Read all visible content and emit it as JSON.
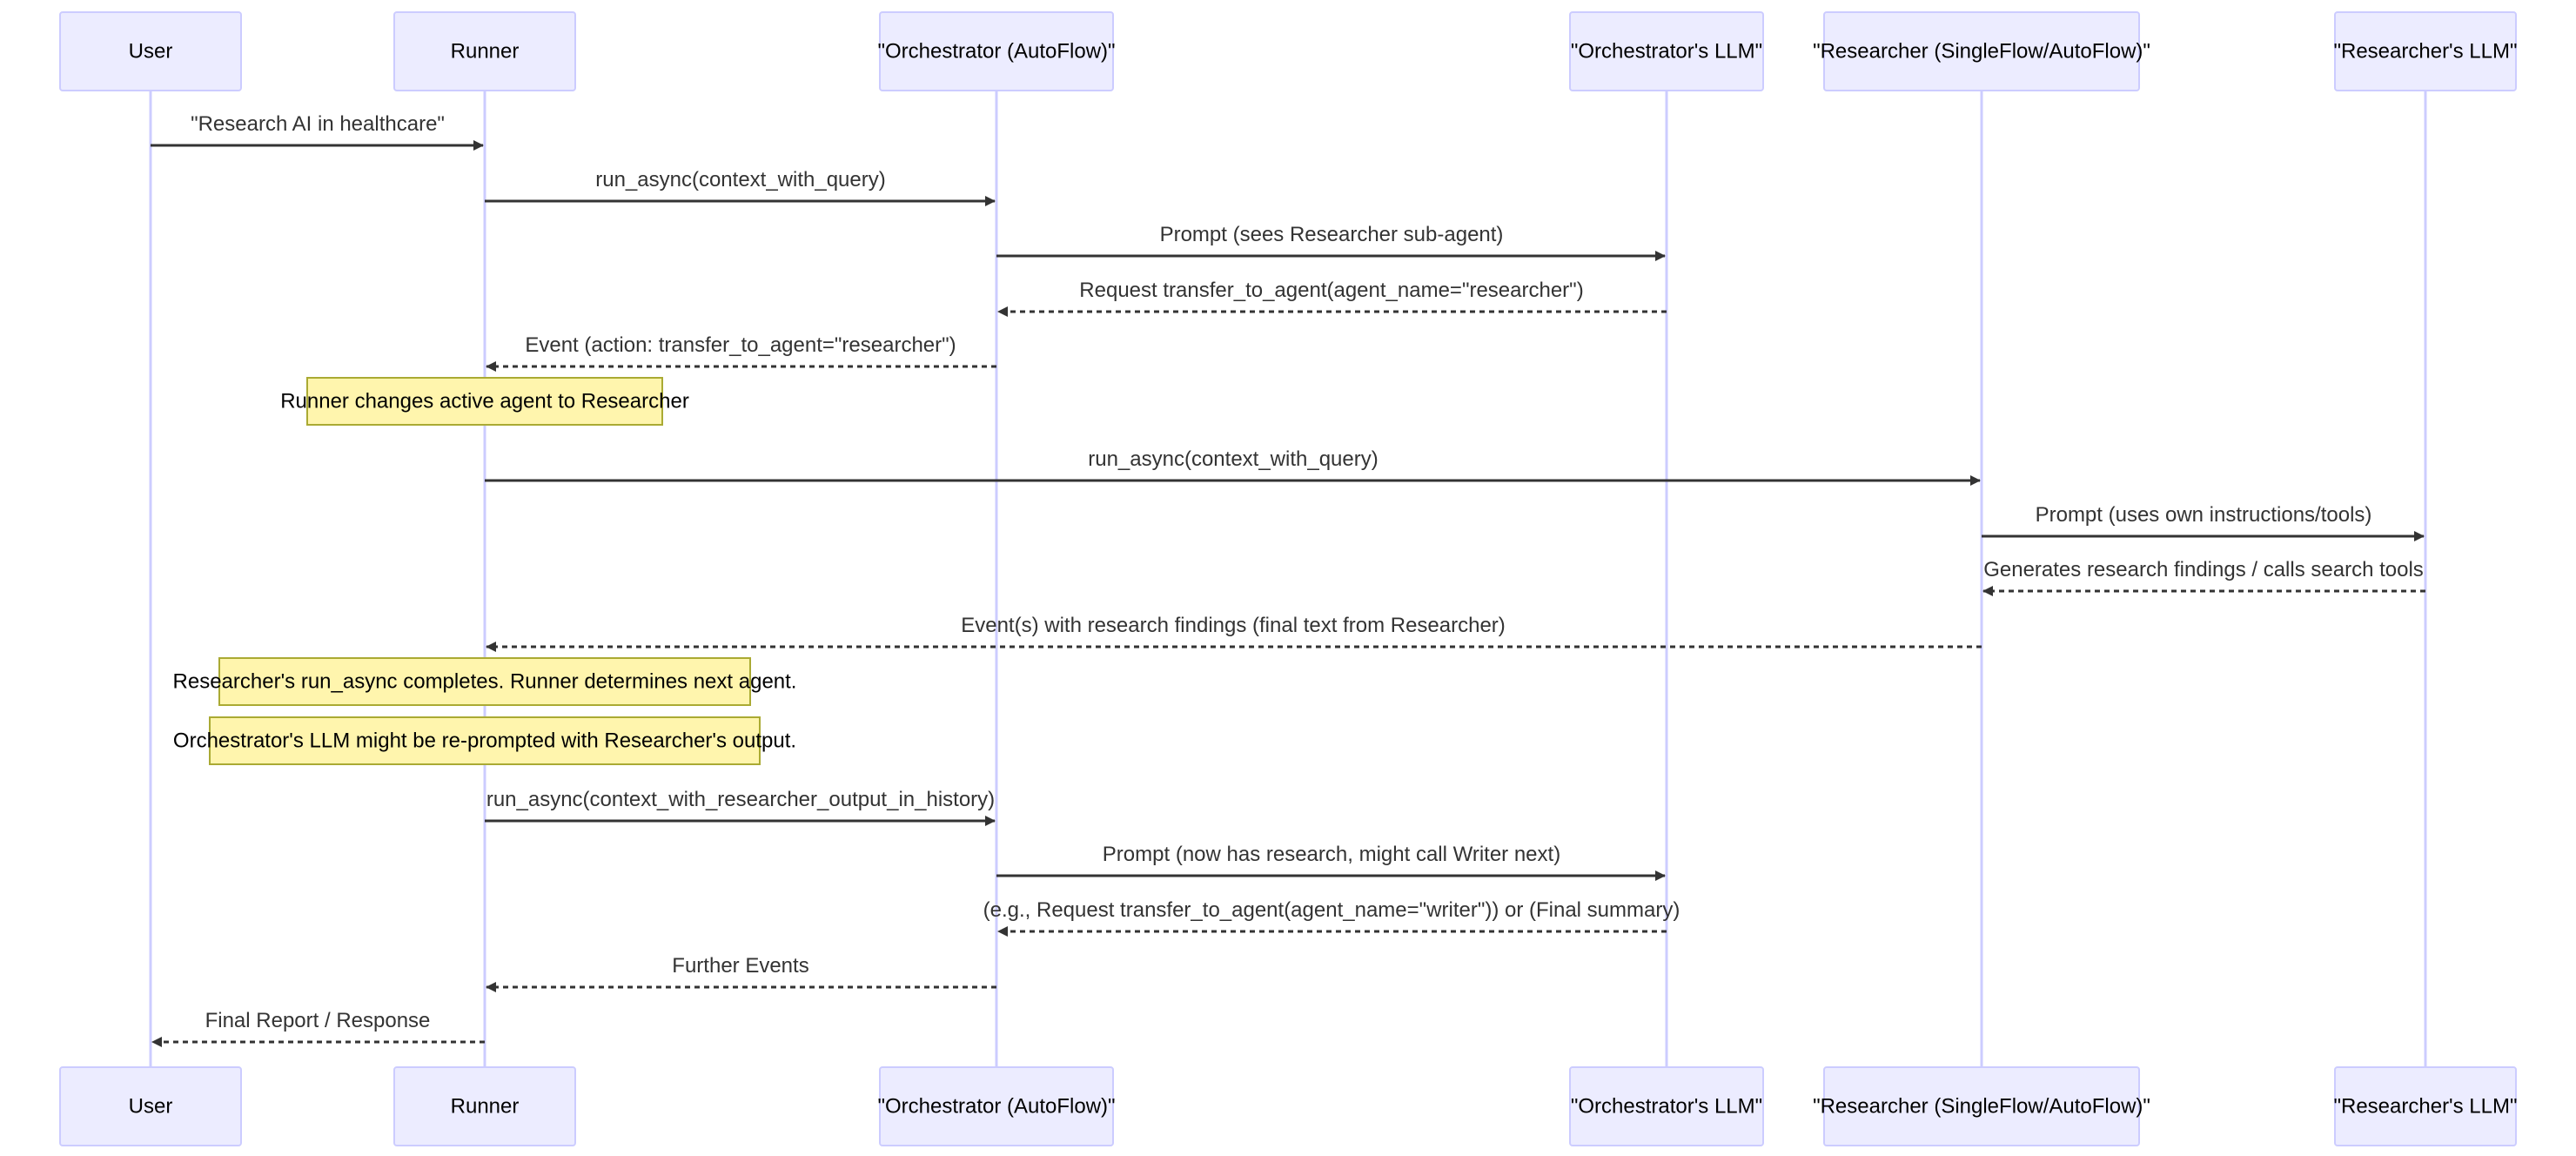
{
  "diagram": {
    "type": "sequence",
    "colors": {
      "actor_fill": "#ECECFF",
      "actor_border": "#CCCCFF",
      "lifeline": "#CCCCFF",
      "message": "#333333",
      "note_fill": "#FFF5AD",
      "note_border": "#AAAA33"
    },
    "participants": [
      {
        "id": "user",
        "label": "User"
      },
      {
        "id": "runner",
        "label": "Runner"
      },
      {
        "id": "orch",
        "label": "\"Orchestrator (AutoFlow)\""
      },
      {
        "id": "orch_llm",
        "label": "\"Orchestrator's LLM\""
      },
      {
        "id": "res",
        "label": "\"Researcher (SingleFlow/AutoFlow)\""
      },
      {
        "id": "res_llm",
        "label": "\"Researcher's LLM\""
      }
    ],
    "steps": [
      {
        "kind": "message",
        "from": "user",
        "to": "runner",
        "style": "solid",
        "label": "\"Research AI in healthcare\""
      },
      {
        "kind": "message",
        "from": "runner",
        "to": "orch",
        "style": "solid",
        "label": "run_async(context_with_query)"
      },
      {
        "kind": "message",
        "from": "orch",
        "to": "orch_llm",
        "style": "solid",
        "label": "Prompt (sees Researcher sub-agent)"
      },
      {
        "kind": "message",
        "from": "orch_llm",
        "to": "orch",
        "style": "dashed",
        "label": "Request transfer_to_agent(agent_name=\"researcher\")"
      },
      {
        "kind": "message",
        "from": "orch",
        "to": "runner",
        "style": "dashed",
        "label": "Event (action: transfer_to_agent=\"researcher\")"
      },
      {
        "kind": "note",
        "over": "runner",
        "label": "Runner changes active agent to Researcher"
      },
      {
        "kind": "message",
        "from": "runner",
        "to": "res",
        "style": "solid",
        "label": "run_async(context_with_query)"
      },
      {
        "kind": "message",
        "from": "res",
        "to": "res_llm",
        "style": "solid",
        "label": "Prompt (uses own instructions/tools)"
      },
      {
        "kind": "message",
        "from": "res_llm",
        "to": "res",
        "style": "dashed",
        "label": "Generates research findings / calls search tools"
      },
      {
        "kind": "message",
        "from": "res",
        "to": "runner",
        "style": "dashed",
        "label": "Event(s) with research findings (final text from Researcher)"
      },
      {
        "kind": "note",
        "over": "runner",
        "label": "Researcher's run_async completes. Runner determines next agent."
      },
      {
        "kind": "note",
        "over": "runner",
        "label": "Orchestrator's LLM might be re-prompted with Researcher's output."
      },
      {
        "kind": "message",
        "from": "runner",
        "to": "orch",
        "style": "solid",
        "label": "run_async(context_with_researcher_output_in_history)"
      },
      {
        "kind": "message",
        "from": "orch",
        "to": "orch_llm",
        "style": "solid",
        "label": "Prompt (now has research, might call Writer next)"
      },
      {
        "kind": "message",
        "from": "orch_llm",
        "to": "orch",
        "style": "dashed",
        "label": "(e.g., Request transfer_to_agent(agent_name=\"writer\")) or (Final summary)"
      },
      {
        "kind": "message",
        "from": "orch",
        "to": "runner",
        "style": "dashed",
        "label": "Further Events"
      },
      {
        "kind": "message",
        "from": "runner",
        "to": "user",
        "style": "dashed",
        "label": "Final Report / Response"
      }
    ]
  }
}
